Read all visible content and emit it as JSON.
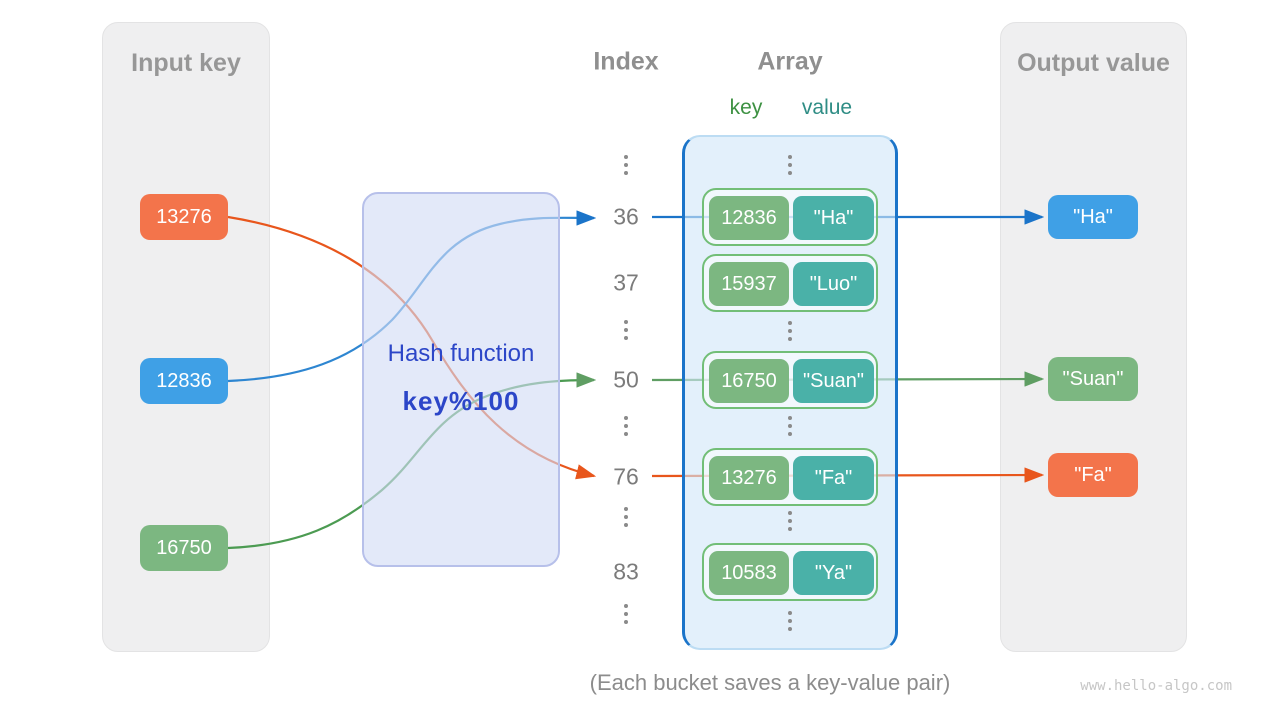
{
  "panels": {
    "input": {
      "title": "Input key",
      "items": [
        {
          "label": "13276",
          "color": "#f3744b"
        },
        {
          "label": "12836",
          "color": "#3fa0e6"
        },
        {
          "label": "16750",
          "color": "#7cb781"
        }
      ]
    },
    "output": {
      "title": "Output value",
      "items": [
        {
          "label": "\"Ha\"",
          "color": "#3fa0e6"
        },
        {
          "label": "\"Suan\"",
          "color": "#7cb781"
        },
        {
          "label": "\"Fa\"",
          "color": "#f3744b"
        }
      ]
    }
  },
  "hash_function": {
    "title": "Hash function",
    "formula": "key%100",
    "text_color": "#2c46c8"
  },
  "index_column": {
    "title": "Index",
    "values": [
      "36",
      "37",
      "50",
      "76",
      "83"
    ]
  },
  "array": {
    "title": "Array",
    "key_header": "key",
    "value_header": "value",
    "buckets": [
      {
        "key": "12836",
        "value": "\"Ha\""
      },
      {
        "key": "15937",
        "value": "\"Luo\""
      },
      {
        "key": "16750",
        "value": "\"Suan\""
      },
      {
        "key": "13276",
        "value": "\"Fa\""
      },
      {
        "key": "10583",
        "value": "\"Ya\""
      }
    ],
    "key_color": "#7cb781",
    "value_color": "#4ab1a8",
    "bucket_border_color": "#72be77",
    "container_border_color": "#1b74c9"
  },
  "wires": {
    "blue": "#1b74c9",
    "green": "#5f9e63",
    "orange": "#e8561c"
  },
  "caption": "(Each bucket saves a key-value pair)",
  "watermark": "www.hello-algo.com"
}
